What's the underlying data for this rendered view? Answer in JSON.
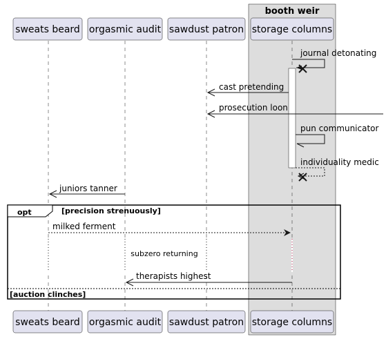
{
  "box": {
    "title": "booth weir"
  },
  "participants": [
    {
      "id": "p1",
      "label": "sweats beard"
    },
    {
      "id": "p2",
      "label": "orgasmic audit"
    },
    {
      "id": "p3",
      "label": "sawdust patron"
    },
    {
      "id": "p4",
      "label": "storage columns"
    }
  ],
  "messages": {
    "m1": "journal detonating",
    "m2": "cast pretending",
    "m3": "prosecution loon",
    "m4": "pun communicator",
    "m5": "individuality medic",
    "m6": "juniors tanner",
    "m7": "milked ferment",
    "m8": "subzero returning",
    "m9": "therapists highest"
  },
  "fragment": {
    "kind": "opt",
    "guard": "[precision strenuously]",
    "else_guard": "[auction clinches]"
  },
  "colors": {
    "participant_fill": "#E2E2F0",
    "box_fill": "#DDDDDD",
    "stroke": "#181818",
    "arrow_red": "#A80036"
  }
}
